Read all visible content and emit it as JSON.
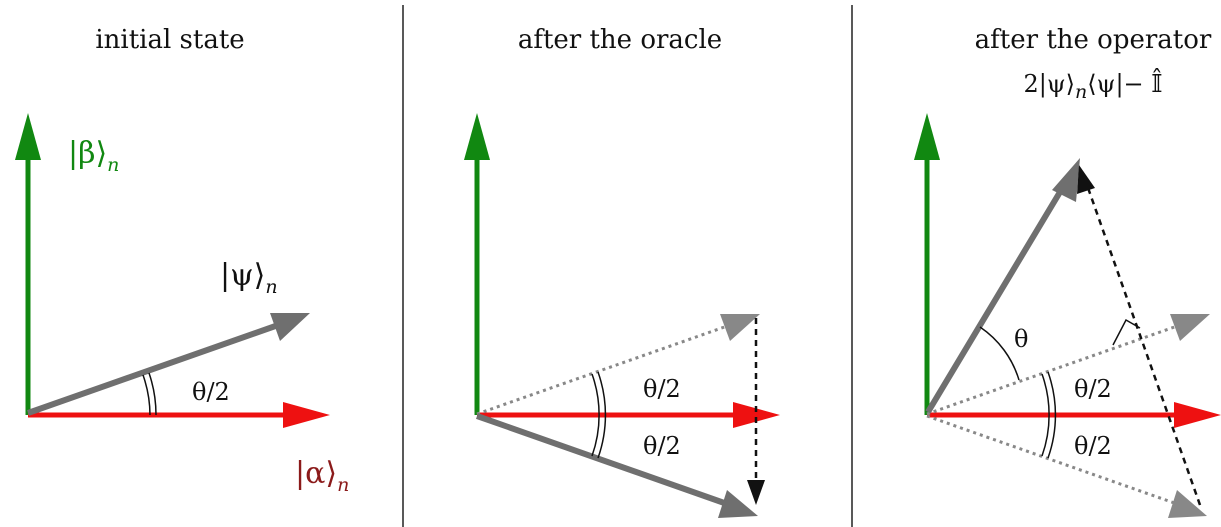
{
  "panels": [
    {
      "title": "initial state"
    },
    {
      "title": "after the oracle"
    },
    {
      "title": "after the operator"
    }
  ],
  "formula": {
    "left": "2|ψ⟩",
    "sub": "n",
    "right": "⟨ψ|− ",
    "identity": "𝕀̂"
  },
  "vectors": {
    "beta": {
      "main": "|β⟩",
      "sub": "n"
    },
    "alpha": {
      "main": "|α⟩",
      "sub": "n"
    },
    "psi": {
      "main": "|ψ⟩",
      "sub": "n"
    }
  },
  "angles": {
    "half_theta": "θ/2",
    "theta": "θ"
  },
  "colors": {
    "beta": "#118811",
    "alpha": "#ee1111",
    "alpha_label": "#8b1a1a",
    "psi": "#6f6f6f",
    "dotted": "#888888",
    "dashed": "#111111",
    "divider": "#222222"
  }
}
